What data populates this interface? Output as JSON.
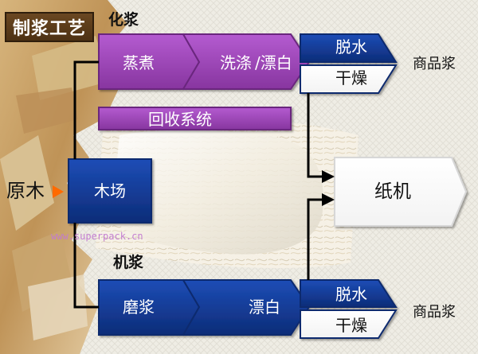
{
  "title": "制浆工艺",
  "chemical_pulping": {
    "label": "化浆",
    "cooking": "蒸煮",
    "washing": "洗涤",
    "bleaching": "/漂白",
    "recovery": "回收系统",
    "dewatering": "脱水",
    "drying": "干燥",
    "market_pulp": "商品浆"
  },
  "mechanical_pulping": {
    "label": "机浆",
    "grinding": "磨浆",
    "bleaching": "漂白",
    "dewatering": "脱水",
    "drying": "干燥",
    "market_pulp": "商品浆"
  },
  "raw_wood": "原木",
  "wood_yard": "木场",
  "paper_machine": "纸机",
  "watermark": "www.superpack.cn",
  "colors": {
    "purple": "#9a4bb2",
    "purple_dark": "#6b287e",
    "blue": "#163e9b",
    "blue_dark": "#0d2a6e",
    "orange_arrow": "#ff6a00",
    "arrow_black": "#000000"
  }
}
